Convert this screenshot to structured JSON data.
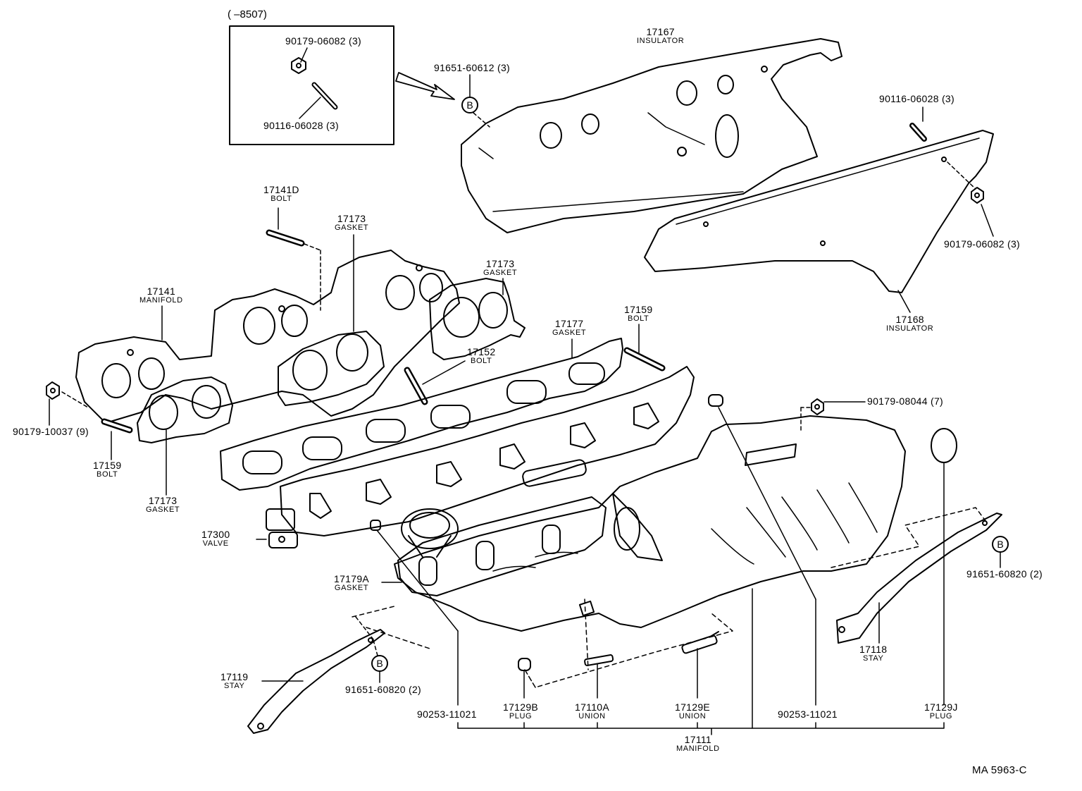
{
  "inset": {
    "title": "(        –8507)",
    "parts": [
      {
        "part_no": "90179-06082 (3)"
      },
      {
        "part_no": "90116-06028 (3)"
      }
    ]
  },
  "callouts": {
    "p91651_60612": {
      "part_no": "91651-60612 (3)"
    },
    "p17167": {
      "part_no": "17167",
      "name": "INSULATOR"
    },
    "p90116_06028": {
      "part_no": "90116-06028 (3)"
    },
    "p90179_06082": {
      "part_no": "90179-06082 (3)"
    },
    "p17168": {
      "part_no": "17168",
      "name": "INSULATOR"
    },
    "p17141D": {
      "part_no": "17141D",
      "name": "BOLT"
    },
    "p17173_top": {
      "part_no": "17173",
      "name": "GASKET"
    },
    "p17173_right": {
      "part_no": "17173",
      "name": "GASKET"
    },
    "p17141": {
      "part_no": "17141",
      "name": "MANIFOLD"
    },
    "p17177": {
      "part_no": "17177",
      "name": "GASKET"
    },
    "p17159_right": {
      "part_no": "17159",
      "name": "BOLT"
    },
    "p17152": {
      "part_no": "17152",
      "name": "BOLT"
    },
    "p90179_10037": {
      "part_no": "90179-10037 (9)"
    },
    "p17159_left": {
      "part_no": "17159",
      "name": "BOLT"
    },
    "p17173_bottom": {
      "part_no": "17173",
      "name": "GASKET"
    },
    "p90179_08044": {
      "part_no": "90179-08044 (7)"
    },
    "p17300": {
      "part_no": "17300",
      "name": "VALVE"
    },
    "p17179A": {
      "part_no": "17179A",
      "name": "GASKET"
    },
    "p91651_60820_right": {
      "part_no": "91651-60820 (2)"
    },
    "p17118": {
      "part_no": "17118",
      "name": "STAY"
    },
    "p17119": {
      "part_no": "17119",
      "name": "STAY"
    },
    "p91651_60820_left": {
      "part_no": "91651-60820 (2)"
    },
    "p90253_left": {
      "part_no": "90253-11021"
    },
    "p17129B": {
      "part_no": "17129B",
      "name": "PLUG"
    },
    "p17110A": {
      "part_no": "17110A",
      "name": "UNION"
    },
    "p17129E": {
      "part_no": "17129E",
      "name": "UNION"
    },
    "p90253_right": {
      "part_no": "90253-11021"
    },
    "p17129J": {
      "part_no": "17129J",
      "name": "PLUG"
    },
    "p17111": {
      "part_no": "17111",
      "name": "MANIFOLD"
    }
  },
  "b_marker": "B",
  "reference": "MA 5963-C"
}
